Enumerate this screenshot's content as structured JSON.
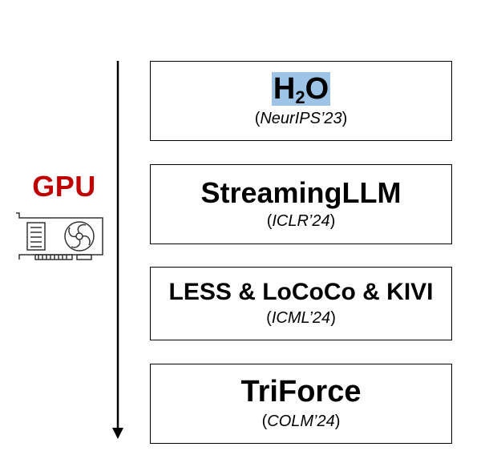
{
  "gpu": {
    "label": "GPU"
  },
  "colors": {
    "gpu": "#c00000",
    "highlight": "#9dc3e6",
    "line": "#000000"
  },
  "icons": {
    "device": "graphics-card-icon",
    "flow": "down-arrow"
  },
  "methods": [
    {
      "name_main": "H",
      "name_sub": "2",
      "name_tail": "O",
      "venue": "NeurIPS’23",
      "highlighted": true
    },
    {
      "name": "StreamingLLM",
      "venue": "ICLR’24"
    },
    {
      "name": "LESS & LoCoCo & KIVI",
      "venue": "ICML’24"
    },
    {
      "name": "TriForce",
      "venue": "COLM’24"
    }
  ]
}
